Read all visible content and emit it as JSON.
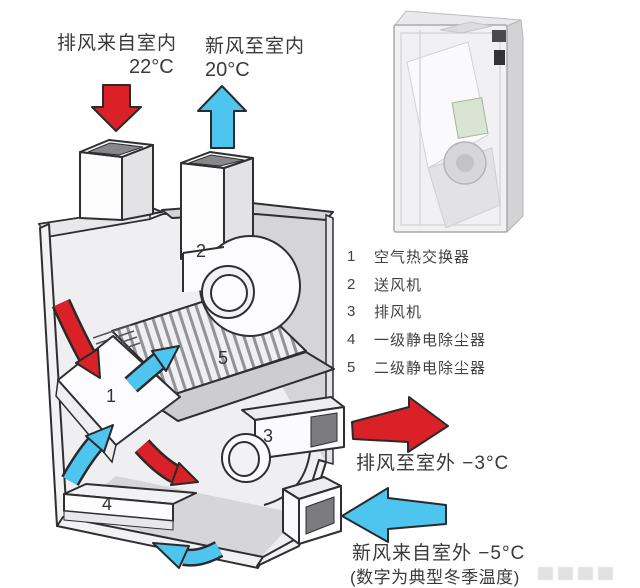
{
  "colors": {
    "red": "#d92127",
    "blue": "#4ec5ef",
    "outline": "#2f2f31",
    "surface_grey": "#d5d5d7",
    "interior_light": "#efeff1",
    "opening_dark": "#7b7b7d",
    "text": "#3a3a3a"
  },
  "labels": {
    "indoor_exhaust": "排风来自室内",
    "indoor_exhaust_temp": "22°C",
    "indoor_supply": "新风至室内",
    "indoor_supply_temp": "20°C",
    "outdoor_exhaust": "排风至室外 −3°C",
    "outdoor_supply": "新风来自室外 −5°C",
    "footnote": "(数字为典型冬季温度)"
  },
  "part_numbers": {
    "heat_exchanger": "1",
    "supply_fan": "2",
    "exhaust_fan": "3",
    "primary_filter": "4",
    "secondary_filter": "5"
  },
  "legend": {
    "items": [
      {
        "num": "1",
        "label": "空气热交换器"
      },
      {
        "num": "2",
        "label": "送风机"
      },
      {
        "num": "3",
        "label": "排风机"
      },
      {
        "num": "4",
        "label": "一级静电除尘器"
      },
      {
        "num": "5",
        "label": "二级静电除尘器"
      }
    ]
  }
}
